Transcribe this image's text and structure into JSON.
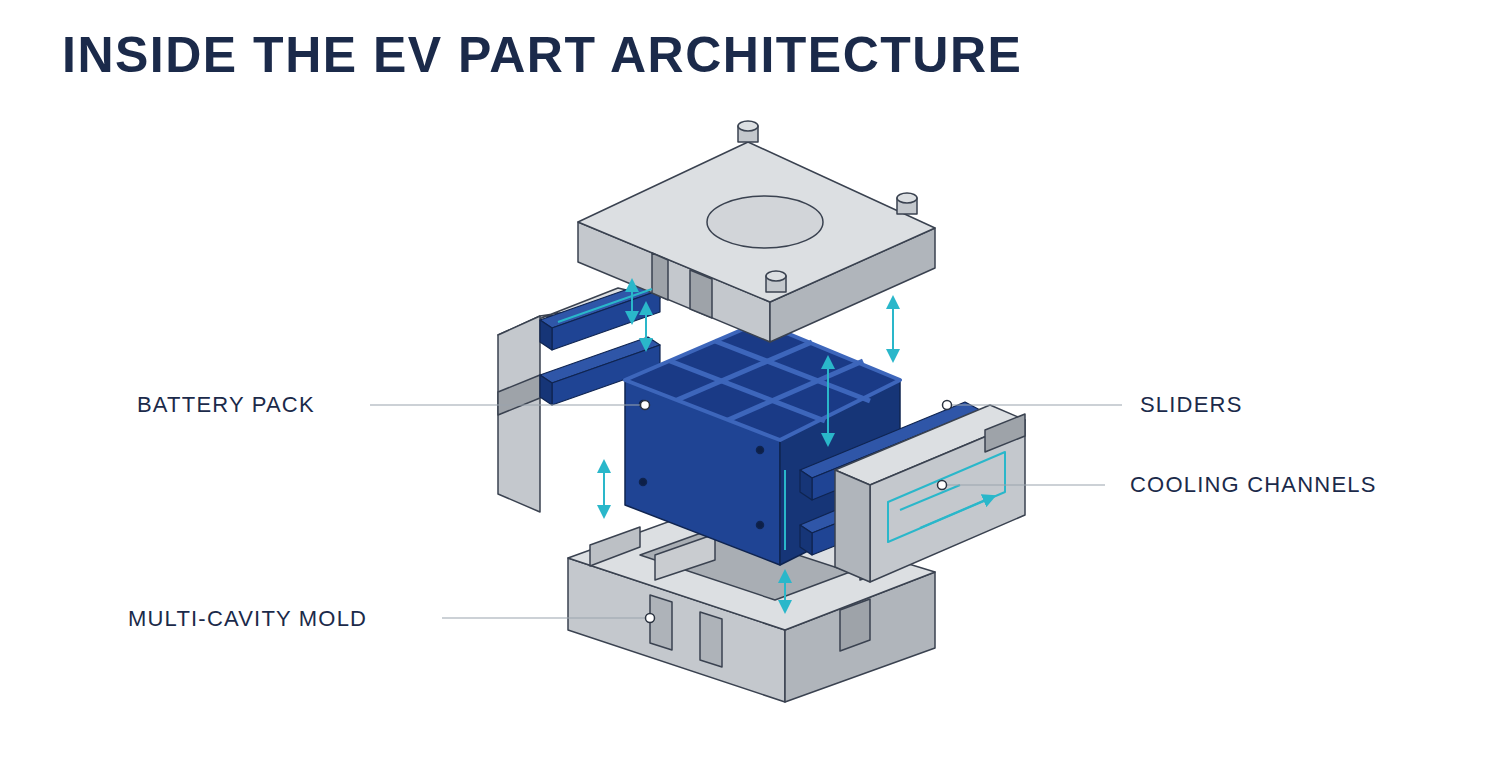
{
  "diagram": {
    "title": "INSIDE THE EV PART ARCHITECTURE",
    "labels": [
      "BATTERY PACK",
      "SLIDERS",
      "COOLING CHANNELS",
      "MULTI-CAVITY MOLD"
    ]
  }
}
